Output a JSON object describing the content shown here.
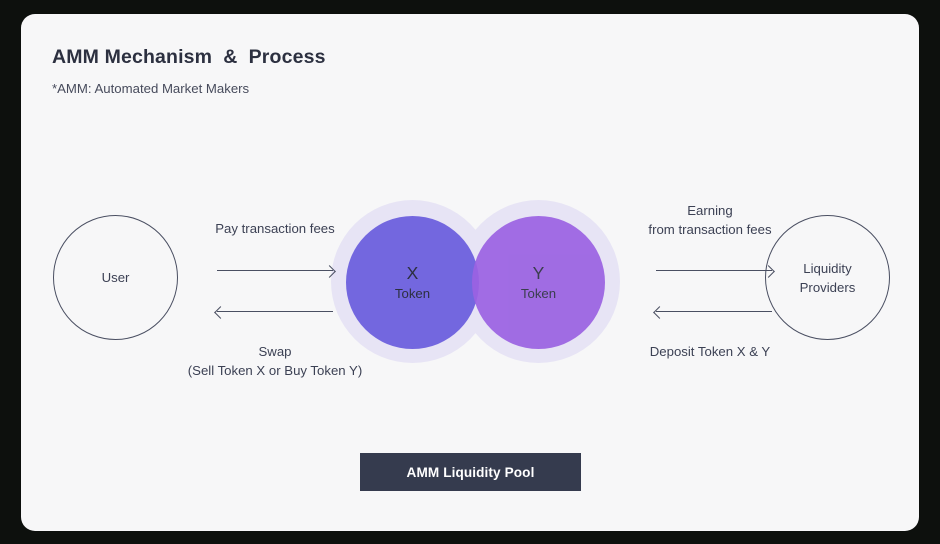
{
  "card": {
    "title": "AMM Mechanism  &  Process",
    "subtitle": "*AMM: Automated Market Makers"
  },
  "diagram": {
    "nodes": {
      "user": {
        "label": "User"
      },
      "liquidity_providers": {
        "label": "Liquidity\nProviders"
      },
      "token_x": {
        "symbol": "X",
        "word": "Token"
      },
      "token_y": {
        "symbol": "Y",
        "word": "Token"
      }
    },
    "edges": {
      "pay_fees": {
        "label": "Pay transaction fees",
        "direction": "right"
      },
      "swap": {
        "label": "Swap\n(Sell Token X or Buy Token Y)",
        "direction": "left"
      },
      "earning": {
        "label": "Earning\nfrom transaction fees",
        "direction": "right"
      },
      "deposit": {
        "label": "Deposit Token X & Y",
        "direction": "left"
      }
    },
    "badge": {
      "label": "AMM Liquidity Pool"
    }
  },
  "colors": {
    "token_x": "#7367df",
    "token_y": "#9b62e2",
    "halo": "#e7e4f5",
    "badge_bg": "#353b4e",
    "text": "#2c3040",
    "outline": "#4a4f62",
    "card_bg": "#f7f7f8",
    "page_bg": "#0d100d"
  }
}
